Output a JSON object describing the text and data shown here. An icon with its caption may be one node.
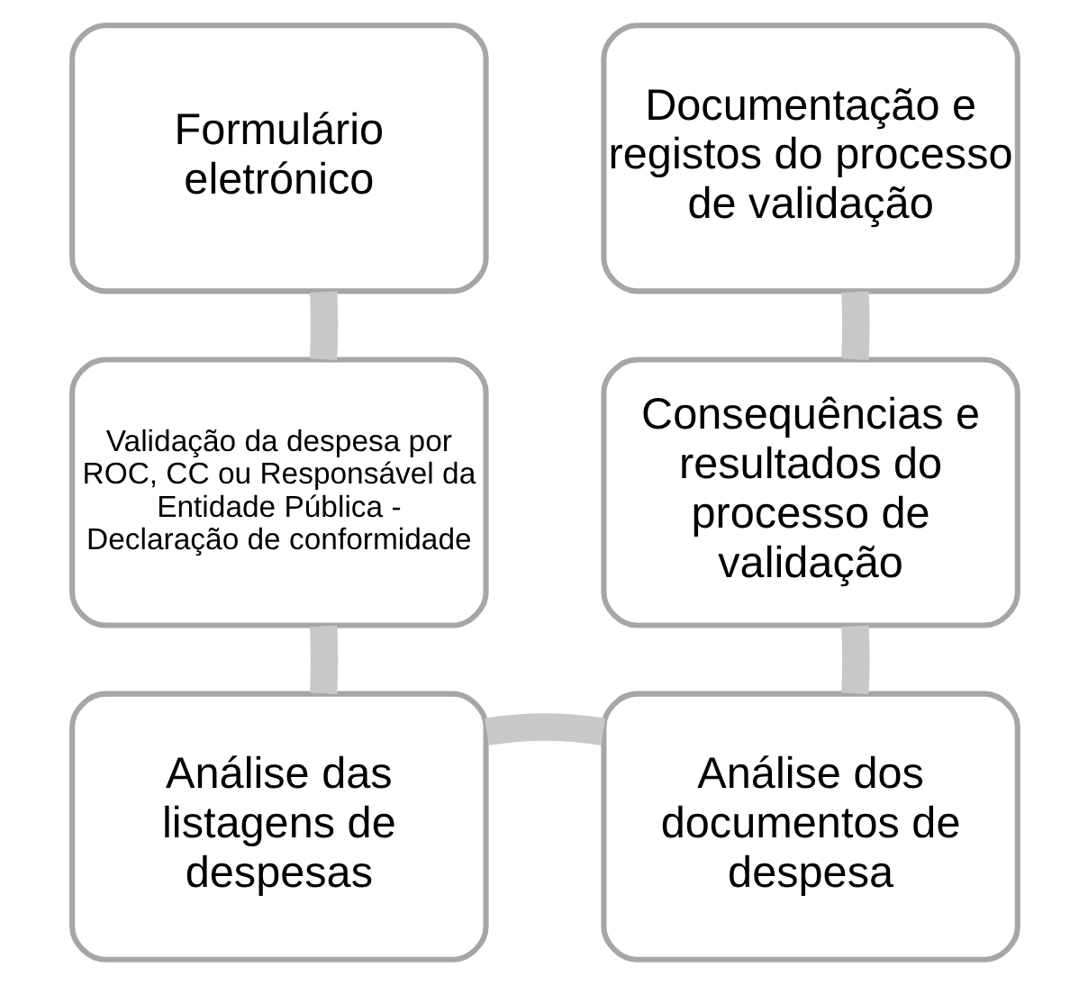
{
  "diagram": {
    "nodes": [
      {
        "text": [
          "Formulário eletrónico"
        ]
      },
      {
        "text": [
          "Validação da despesa por ROC, CC ou Responsável da Entidade Pública - Declaração de conformidade"
        ]
      },
      {
        "text": [
          "Análise das listagens de despesas"
        ]
      },
      {
        "text": [
          "Análise dos documentos de despesa"
        ]
      },
      {
        "text": [
          "Consequências e resultados do processo de validação"
        ]
      },
      {
        "text": [
          "Documentação e registos do processo de validação"
        ]
      }
    ],
    "edges": [
      {
        "from": 0,
        "to": 1,
        "arrow": "none"
      },
      {
        "from": 1,
        "to": 2,
        "arrow": "none"
      },
      {
        "from": 2,
        "to": 3,
        "arrow": "none"
      },
      {
        "from": 3,
        "to": 4,
        "arrow": "none"
      },
      {
        "from": 4,
        "to": 5,
        "arrow": "none"
      }
    ]
  }
}
